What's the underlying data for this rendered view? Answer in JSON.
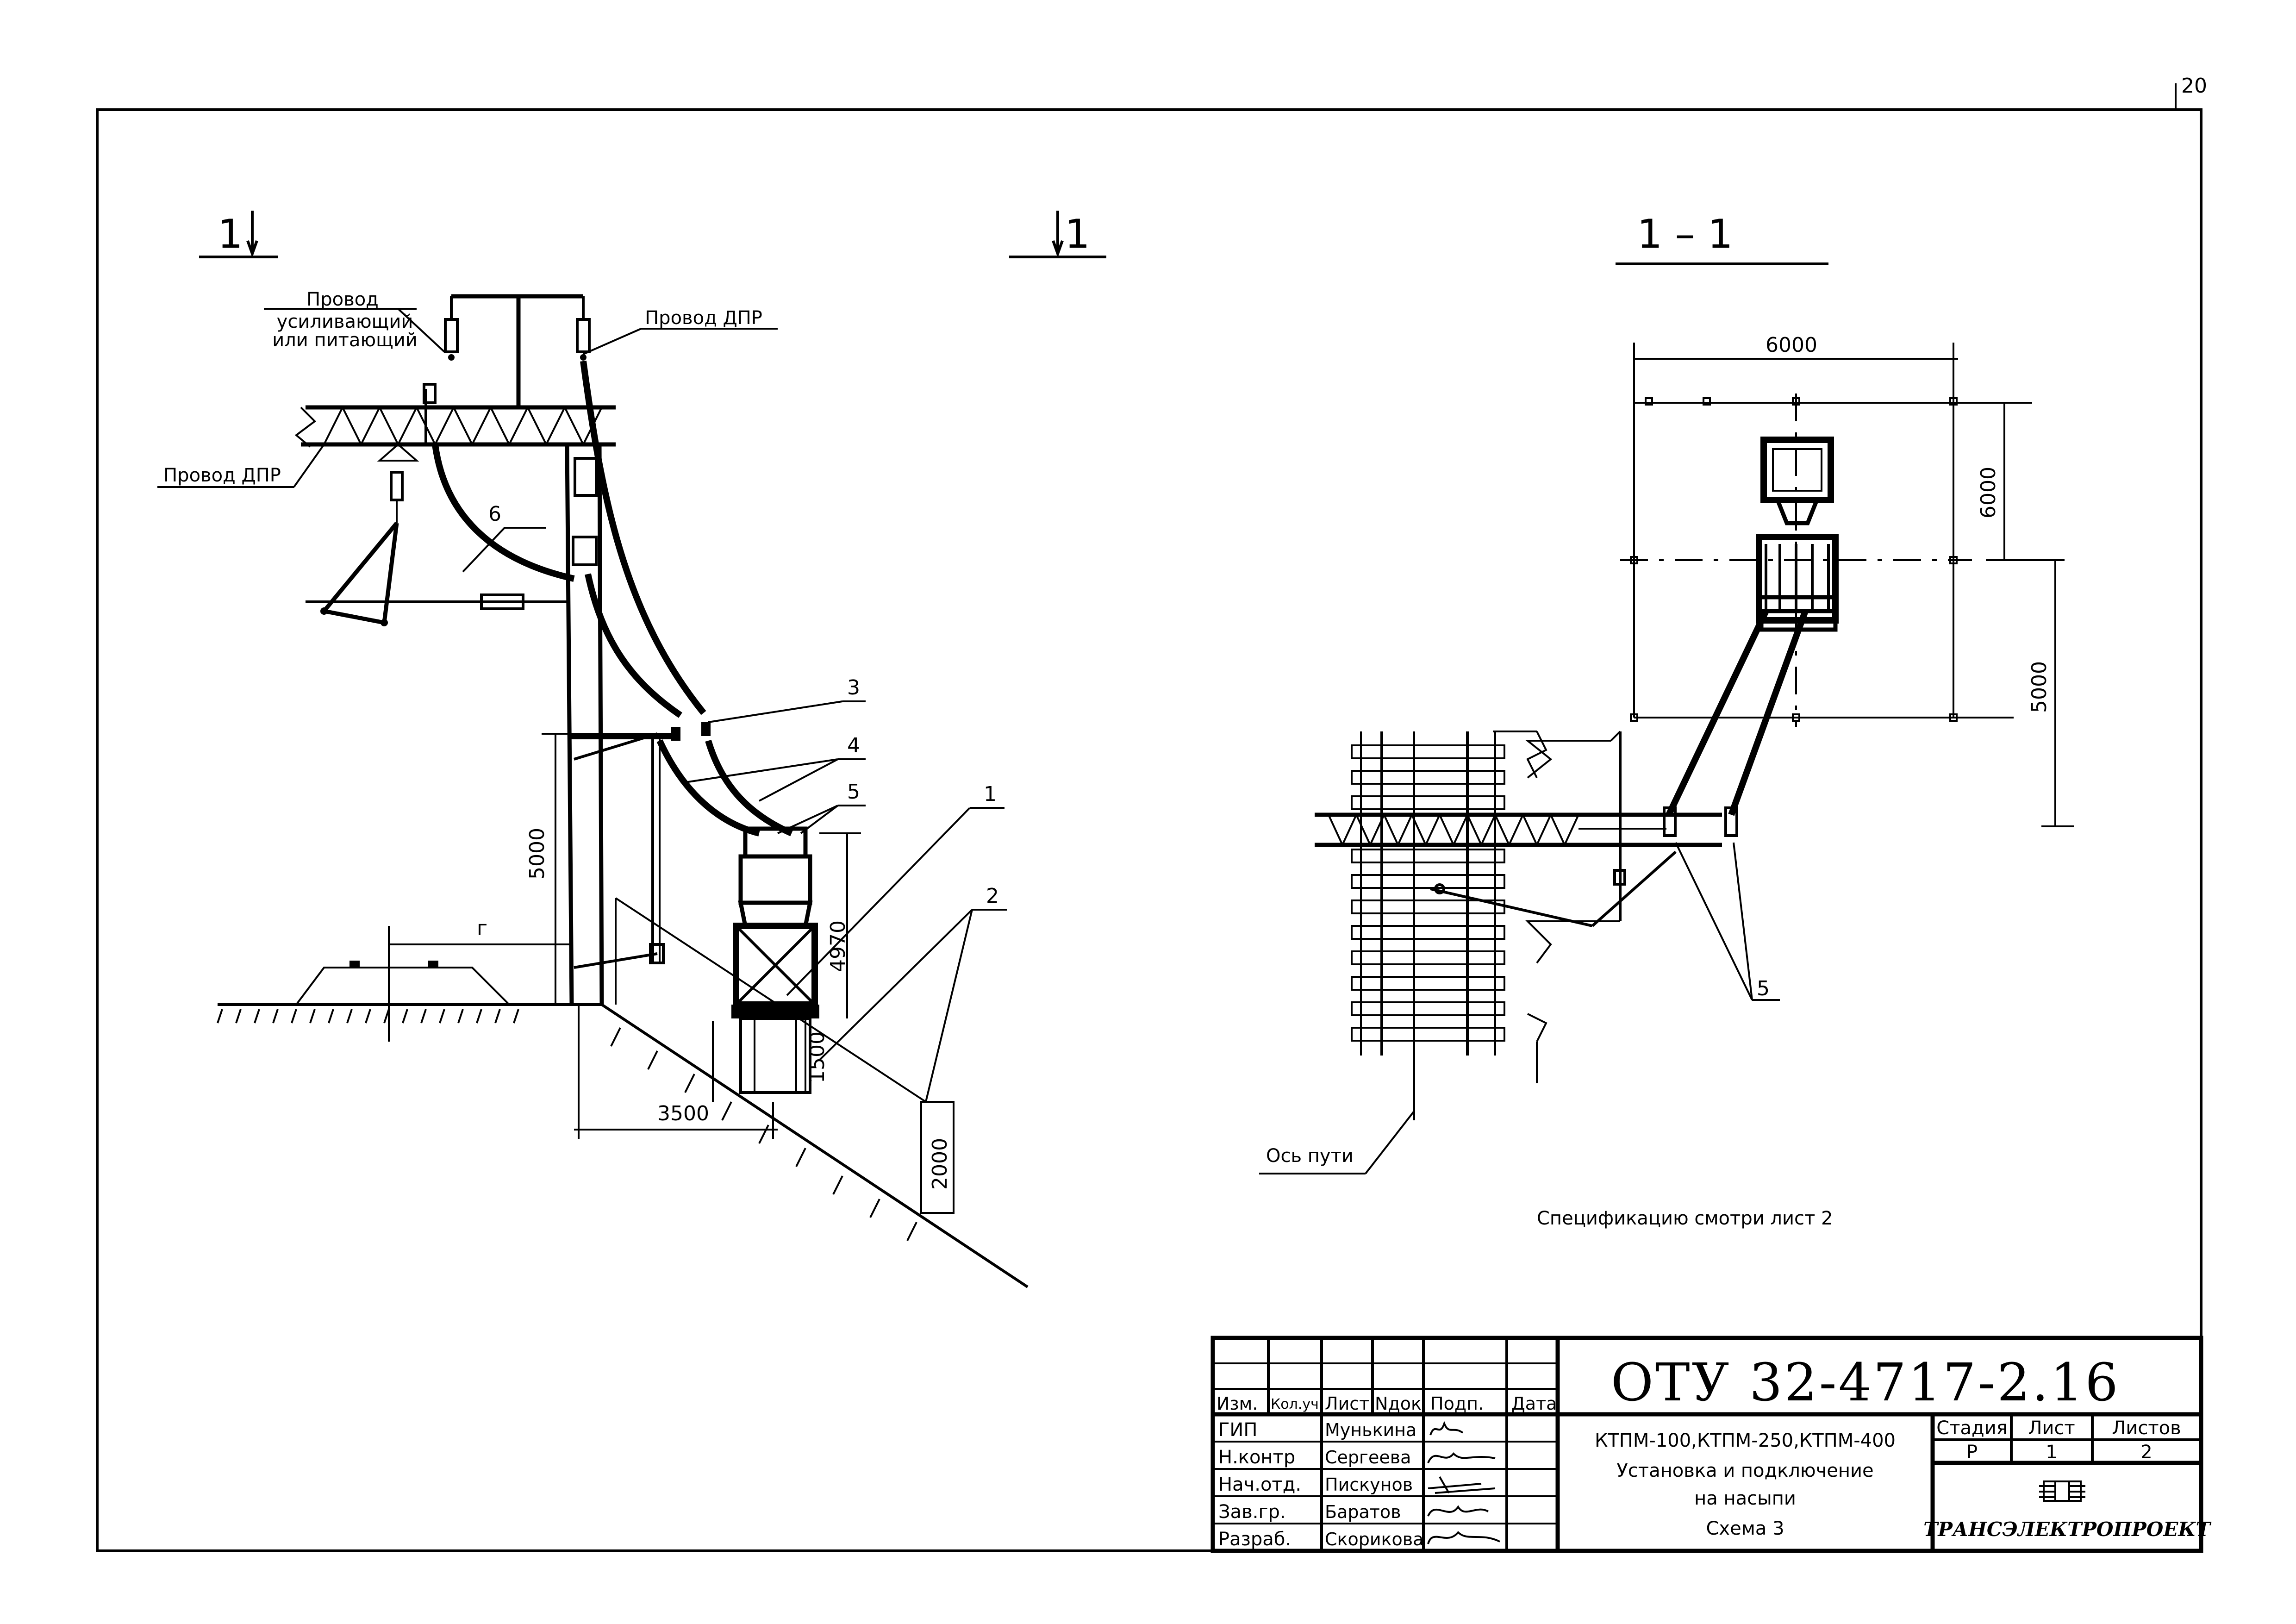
{
  "sheet": {
    "corner_number": "20"
  },
  "views": {
    "elevation": {
      "cut_left": "1",
      "cut_right": "1",
      "labels": {
        "booster_wire_1": "Провод",
        "booster_wire_2": "усиливающий",
        "booster_wire_3": "или питающий",
        "dpr_wire_top": "Провод ДПР",
        "dpr_wire_left": "Провод ДПР"
      },
      "callouts": [
        "1",
        "2",
        "3",
        "4",
        "5",
        "6"
      ],
      "dimensions": {
        "height_support": "5000",
        "gauge": "г",
        "equipment_height": "4970",
        "foundation": "1500",
        "offset": "3500",
        "embankment": "2000"
      }
    },
    "section": {
      "title": "1 – 1",
      "dimensions": {
        "width": "6000",
        "height_top": "6000",
        "height_bottom": "5000"
      },
      "callout": "5",
      "track_axis_label": "Ось пути",
      "specification_note": "Спецификацию смотри лист 2"
    }
  },
  "title_block": {
    "document_code": "ОТУ 32-4717-2.16",
    "headers": [
      "Изм.",
      "Кол.уч.",
      "Лист",
      "Nдок.",
      "Подп.",
      "Дата"
    ],
    "roles": [
      {
        "role": "ГИП",
        "name": "Мунькина"
      },
      {
        "role": "Н.контр",
        "name": "Сергеева"
      },
      {
        "role": "Нач.отд.",
        "name": "Пискунов"
      },
      {
        "role": "Зав.гр.",
        "name": "Баратов"
      },
      {
        "role": "Разраб.",
        "name": "Скорикова"
      }
    ],
    "title_lines": [
      "КТПМ-100,КТПМ-250,КТПМ-400",
      "Установка и подключение",
      "на насыпи",
      "Схема 3"
    ],
    "stage_header": "Стадия",
    "sheet_header": "Лист",
    "sheets_header": "Листов",
    "stage": "Р",
    "sheet": "1",
    "sheets": "2",
    "organization": "ТРАНСЭЛЕКТРОПРОЕКТ"
  }
}
